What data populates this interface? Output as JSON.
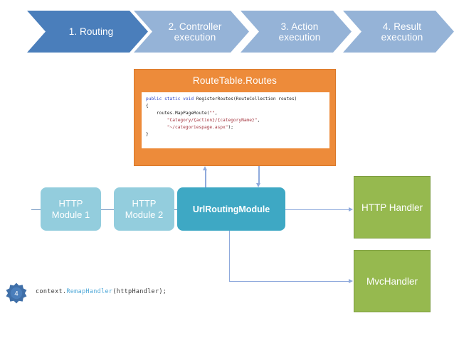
{
  "process_bar": {
    "steps": [
      {
        "label": "1. Routing",
        "color": "#4A7EBB",
        "active": true
      },
      {
        "label": "2. Controller\nexecution",
        "color": "#95B3D7",
        "active": false
      },
      {
        "label": "3. Action\nexecution",
        "color": "#95B3D7",
        "active": false
      },
      {
        "label": "4. Result\nexecution",
        "color": "#95B3D7",
        "active": false
      }
    ]
  },
  "route_panel": {
    "title": "RouteTable.Routes",
    "background_color": "#ED8B3A",
    "code_lines": [
      {
        "text": "public static void RegisterRoutes(RouteCollection routes)"
      },
      {
        "text": "{"
      },
      {
        "text": "    routes.MapPageRoute(\"\","
      },
      {
        "text": "        \"Category/{action}/{categoryName}\","
      },
      {
        "text": "        \"~/categoriespage.aspx\");"
      },
      {
        "text": "}"
      }
    ],
    "code_tokens": {
      "keywords": "public static void",
      "signature": " RegisterRoutes(RouteCollection routes)",
      "open_brace": "{",
      "call": "    routes.MapPageRoute(",
      "arg1": "\"\"",
      "arg1_tail": ",",
      "arg2": "        \"Category/{action}/{categoryName}\"",
      "arg2_tail": ",",
      "arg3": "        \"~/categoriespage.aspx\"",
      "arg3_tail": ");",
      "close_brace": "}"
    },
    "keyword_color": "#2b43c4",
    "string_color": "#a3333d"
  },
  "pipeline": {
    "modules": [
      {
        "name": "http-module-1",
        "label": "HTTP\nModule 1",
        "color": "#93CDDD"
      },
      {
        "name": "http-module-2",
        "label": "HTTP\nModule 2",
        "color": "#93CDDD"
      },
      {
        "name": "url-routing-module",
        "label": "UrlRoutingModule",
        "color": "#3EA8C4"
      }
    ],
    "handlers": [
      {
        "name": "http-handler",
        "label": "HTTP Handler",
        "color": "#96B94F"
      },
      {
        "name": "mvc-handler",
        "label": "MvcHandler",
        "color": "#96B94F"
      }
    ],
    "connector_color": "#8FAADC"
  },
  "footnote": {
    "badge_number": "4",
    "badge_color": "#3F6FA8",
    "code_prefix": "context.",
    "code_method": "RemapHandler",
    "code_suffix": "(httpHandler);"
  }
}
